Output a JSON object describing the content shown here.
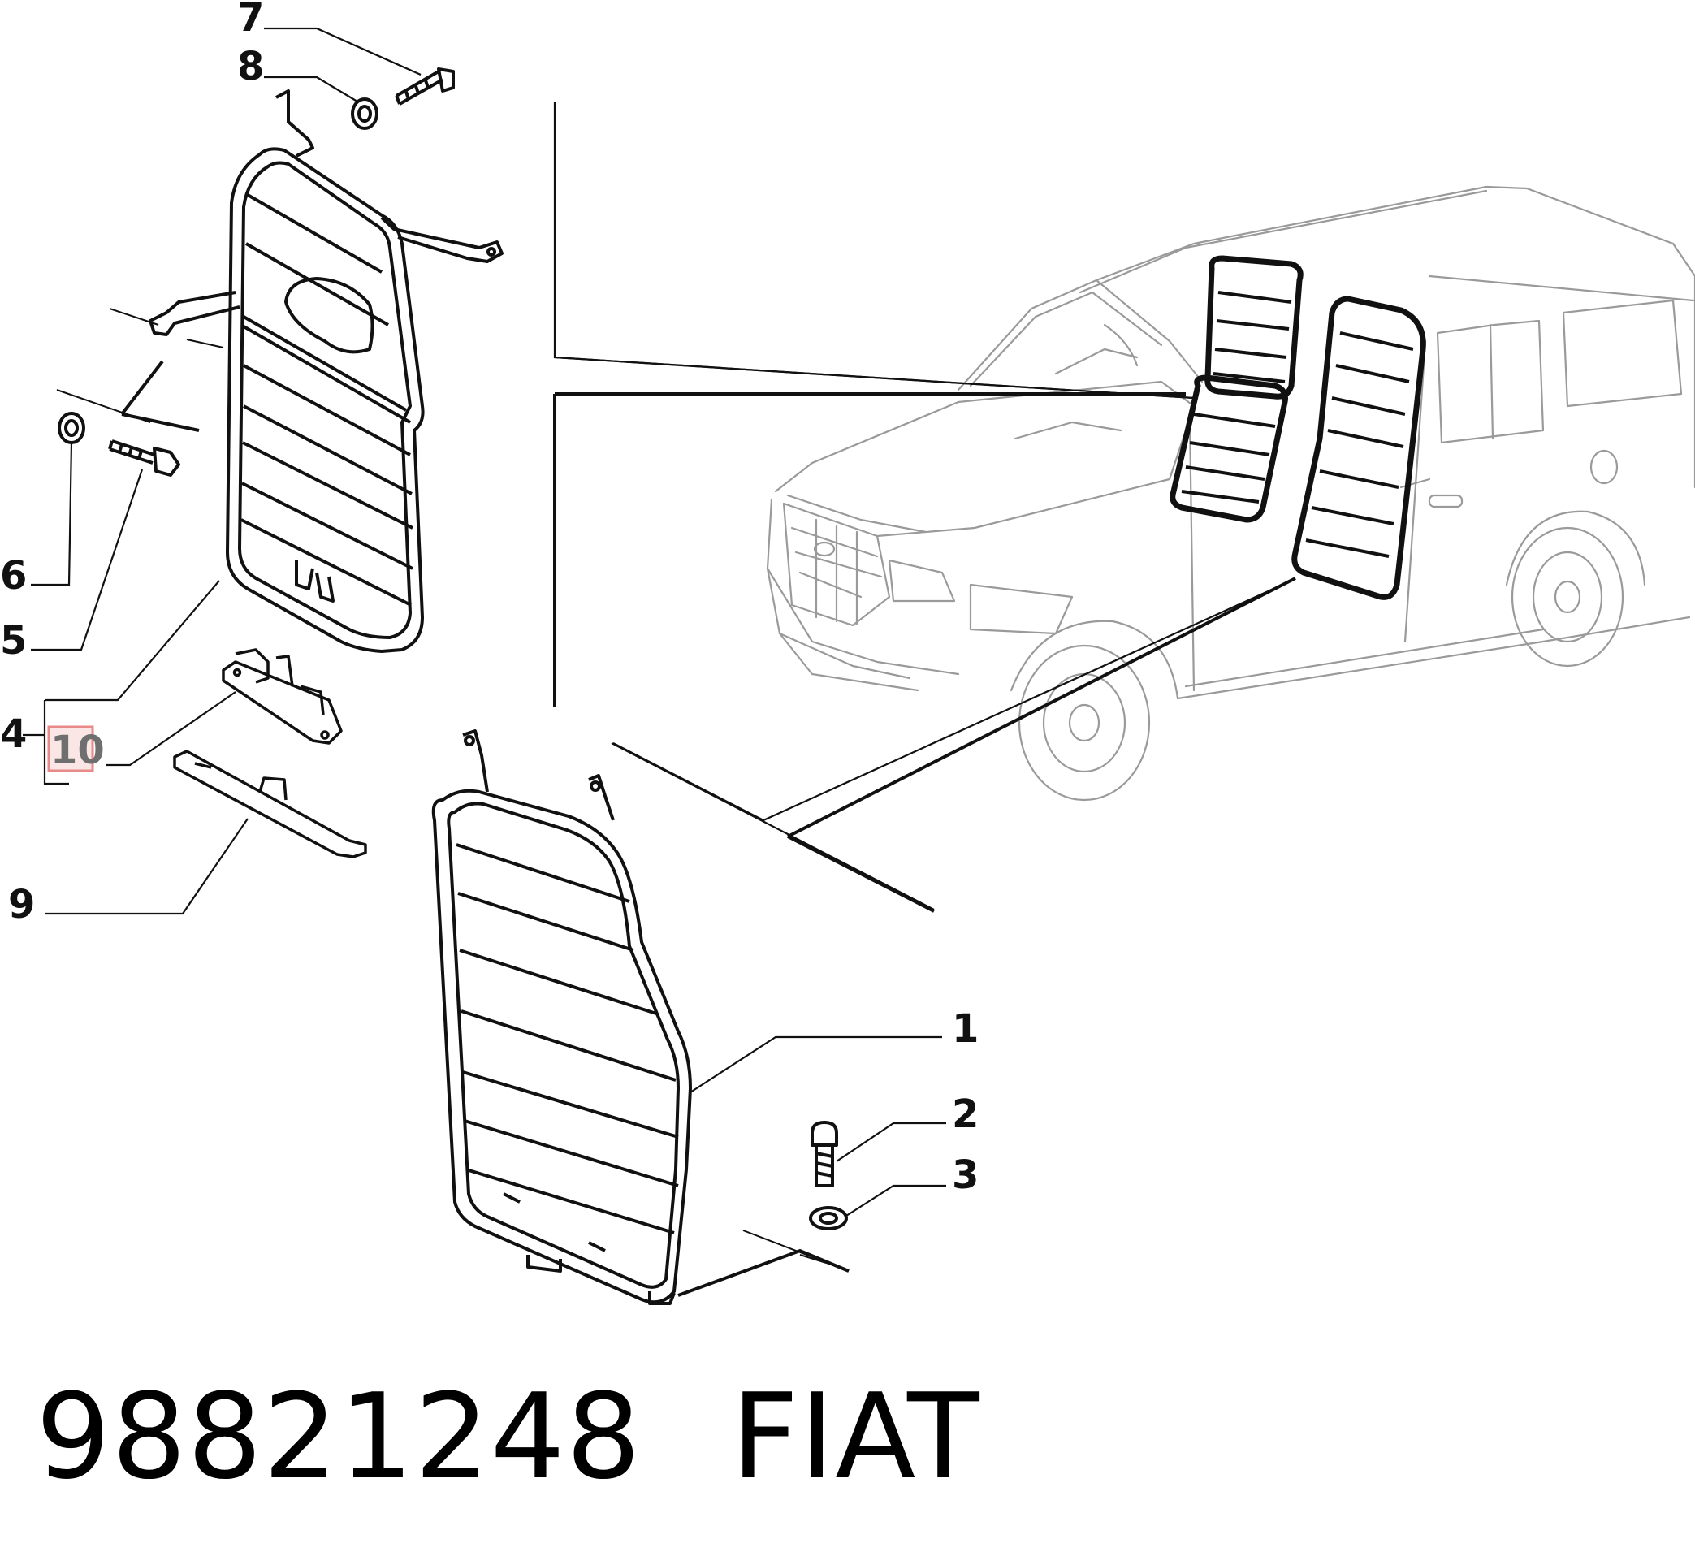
{
  "diagram": {
    "callouts": [
      {
        "id": "1",
        "label": "1"
      },
      {
        "id": "2",
        "label": "2"
      },
      {
        "id": "3",
        "label": "3"
      },
      {
        "id": "4",
        "label": "4"
      },
      {
        "id": "5",
        "label": "5"
      },
      {
        "id": "6",
        "label": "6"
      },
      {
        "id": "7",
        "label": "7"
      },
      {
        "id": "8",
        "label": "8"
      },
      {
        "id": "9",
        "label": "9"
      },
      {
        "id": "10",
        "label": "10",
        "highlighted": true
      }
    ],
    "highlight_color": "#e88a8a",
    "line_color": "#111111",
    "car_line_color": "#9a9a9a"
  },
  "footer": {
    "part_number": "98821248",
    "brand": "FIAT"
  }
}
